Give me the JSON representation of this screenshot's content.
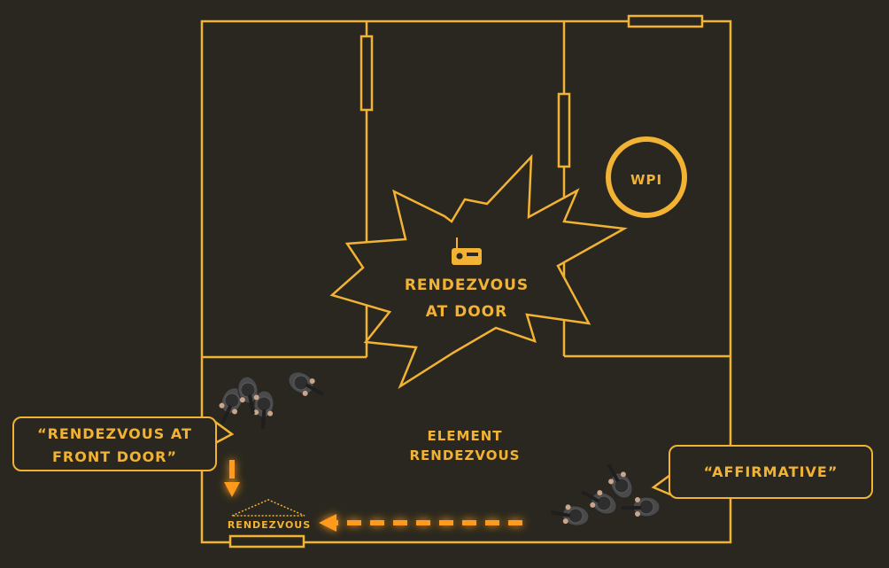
{
  "colors": {
    "background": "#29271f",
    "accent": "#f2b233",
    "glow": "#ff9a1a",
    "operator": "#4a4a4a"
  },
  "diagram": {
    "explosion_icon": "radio-icon",
    "explosion_text": [
      "RENDEZVOUS",
      "AT DOOR"
    ],
    "wpi_label": "WPI",
    "center_label": [
      "ELEMENT",
      "RENDEZVOUS"
    ],
    "rendezvous_marker_label": "RENDEZVOUS",
    "callout_left": [
      "“RENDEZVOUS AT",
      "FRONT DOOR”"
    ],
    "callout_right": "“AFFIRMATIVE”",
    "operator_icon": "operator-icon"
  }
}
